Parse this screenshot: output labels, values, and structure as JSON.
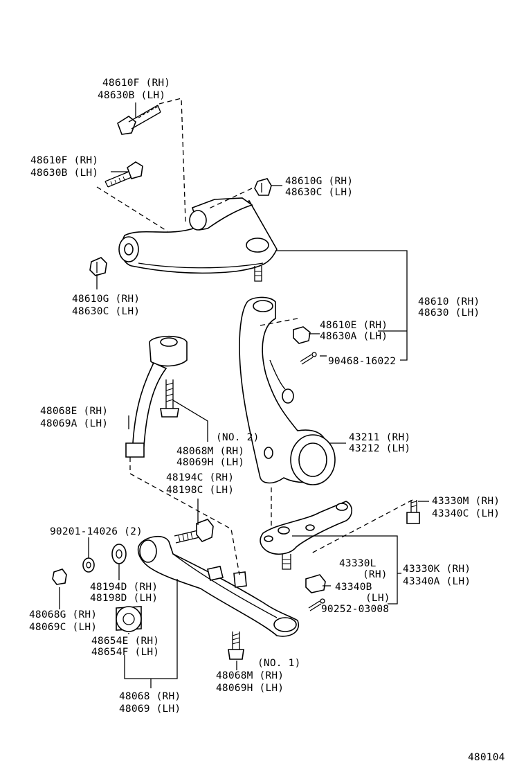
{
  "labels": {
    "bolt_upper_rear": [
      "48610F (RH)",
      "48630B (LH)"
    ],
    "bolt_upper_front": [
      "48610F (RH)",
      "48630B (LH)"
    ],
    "nut_upper_right": [
      "48610G (RH)",
      "48630C (LH)"
    ],
    "nut_upper_left": [
      "48610G (RH)",
      "48630C (LH)"
    ],
    "upper_arm_assy": [
      "48610 (RH)",
      "48630 (LH)"
    ],
    "upper_ball_nut": [
      "48610E (RH)",
      "48630A (LH)"
    ],
    "cotter_upper": "90468-16022",
    "strut_bar": [
      "48068E (RH)",
      "48069A (LH)"
    ],
    "bolt_no2": [
      "(NO. 2)",
      "48068M (RH)",
      "48069H (LH)"
    ],
    "knuckle": [
      "43211 (RH)",
      "43212 (LH)"
    ],
    "bolt_lower_arm": [
      "48194C (RH)",
      "48198C (LH)"
    ],
    "washer": "90201-14026 (2)",
    "bolt_ball_joint": [
      "43330M (RH)",
      "43340C (LH)"
    ],
    "lower_ball_joint": [
      "43330L",
      "(RH)",
      "43340B",
      "(LH)"
    ],
    "ball_joint_assy": [
      "43330K (RH)",
      "43340A (LH)"
    ],
    "cotter_lower": "90252-03008",
    "cam_plate": [
      "48194D (RH)",
      "48198D (LH)"
    ],
    "nut_lower": [
      "48068G (RH)",
      "48069C (LH)"
    ],
    "bushing": [
      "48654E (RH)",
      "48654F (LH)"
    ],
    "bolt_no1": [
      "(NO. 1)",
      "48068M (RH)",
      "48069H (LH)"
    ],
    "lower_arm_assy": [
      "48068 (RH)",
      "48069 (LH)"
    ],
    "figure_number": "480104"
  }
}
